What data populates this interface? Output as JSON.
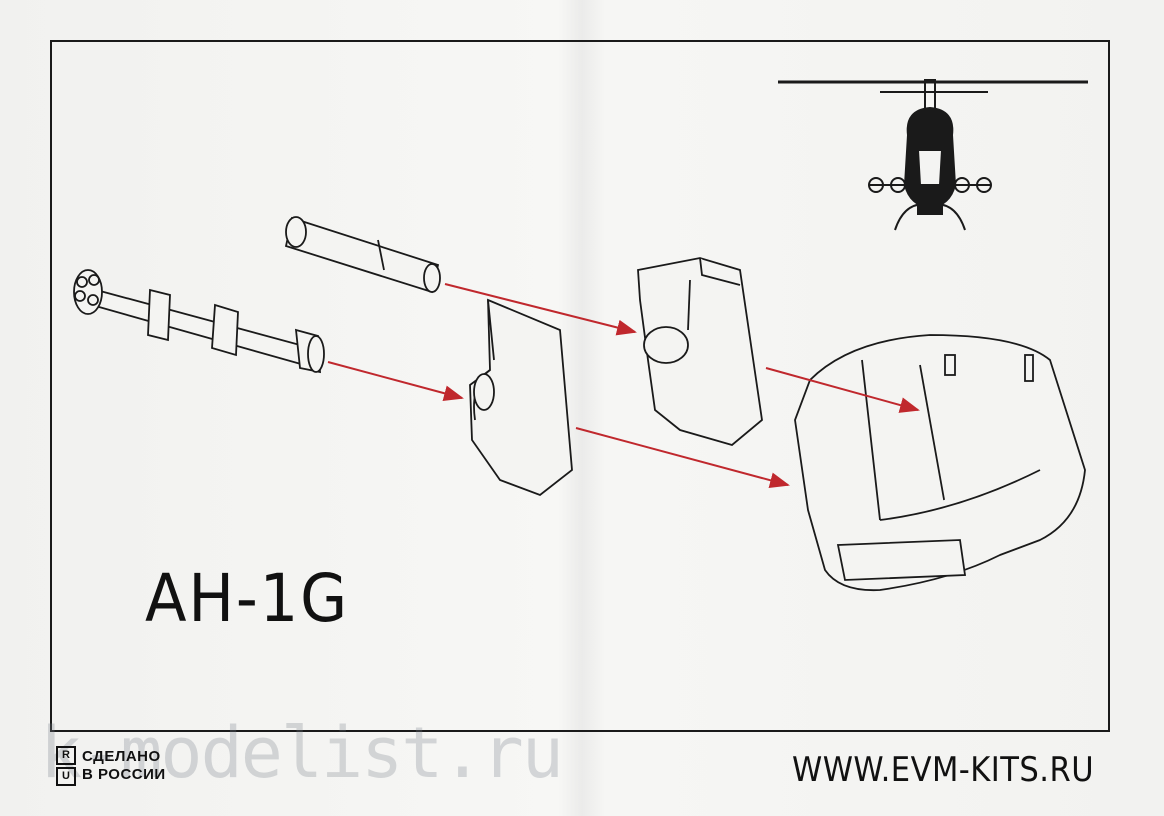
{
  "document": {
    "model_title": "AH-1G",
    "website": "WWW.EVM-KITS.RU",
    "watermark": "k-modelist.ru",
    "made_in_russia": {
      "line1": "СДЕЛАНО",
      "line2": "В РОССИИ",
      "logo_top": "R",
      "logo_bottom": "U"
    }
  },
  "colors": {
    "arrow": "#c0282d",
    "ink": "#1a1a1a",
    "paper": "#f4f4f2"
  },
  "icons": [
    "helicopter-front-view-icon",
    "made-in-russia-logo-icon"
  ]
}
